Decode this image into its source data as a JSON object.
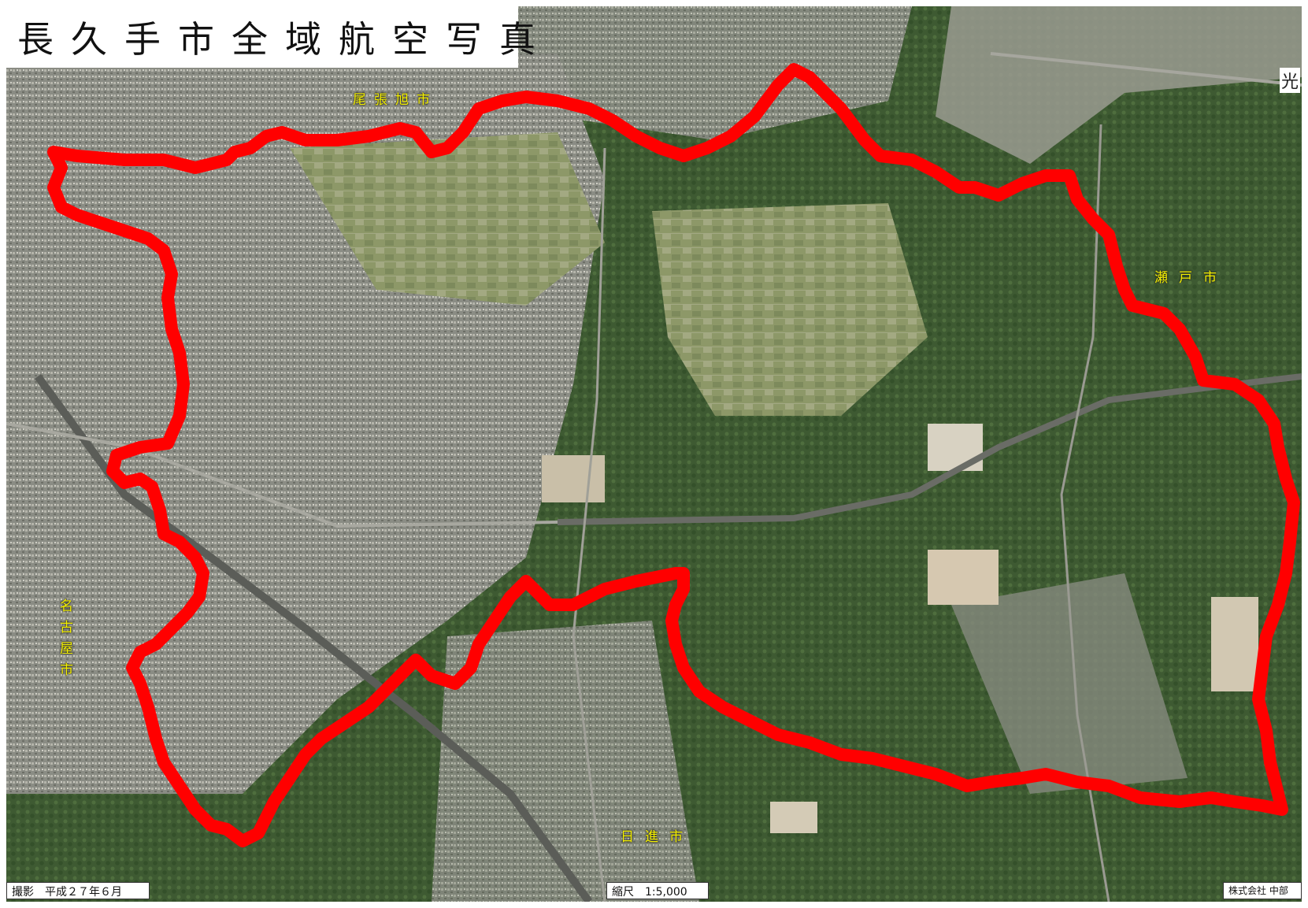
{
  "map": {
    "title": "長久手市全域航空写真",
    "neighbor_labels": {
      "north": "尾張旭市",
      "east": "瀬戸市",
      "south": "日進市",
      "west": "名古屋市"
    },
    "edge_char": "光",
    "photo_date": "撮影　平成２７年６月",
    "scale": "縮尺　1:5,000",
    "credit": "株式会社 中部"
  },
  "colors": {
    "boundary": "#ff0000",
    "forest": "#3e5a32",
    "urban": "#8a8c84",
    "farmland": "#8f9a70",
    "label_yellow": "#f4f000"
  },
  "icons": [
    "boundary-line",
    "expressway-line"
  ]
}
